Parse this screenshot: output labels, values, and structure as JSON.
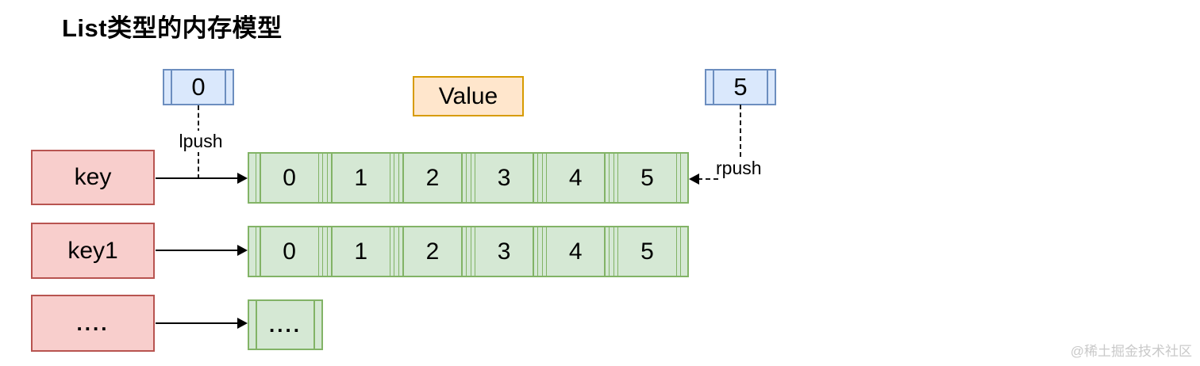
{
  "title": "List类型的内存模型",
  "top": {
    "head_box": {
      "label": "0"
    },
    "value_box": {
      "label": "Value"
    },
    "tail_box": {
      "label": "5"
    },
    "lpush_label": "lpush",
    "rpush_label": "rpush"
  },
  "rows": [
    {
      "key": "key",
      "cells": [
        "0",
        "1",
        "2",
        "3",
        "4",
        "5"
      ]
    },
    {
      "key": "key1",
      "cells": [
        "0",
        "1",
        "2",
        "3",
        "4",
        "5"
      ]
    },
    {
      "key": "....",
      "cells": [
        "...."
      ]
    }
  ],
  "colors": {
    "key_fill": "#f8cecc",
    "key_border": "#b85450",
    "list_fill": "#d5e8d4",
    "list_border": "#82b366",
    "push_fill": "#dae8fc",
    "push_border": "#6c8ebf",
    "value_fill": "#ffe6cc",
    "value_border": "#d79b00"
  },
  "watermark": "@稀土掘金技术社区"
}
